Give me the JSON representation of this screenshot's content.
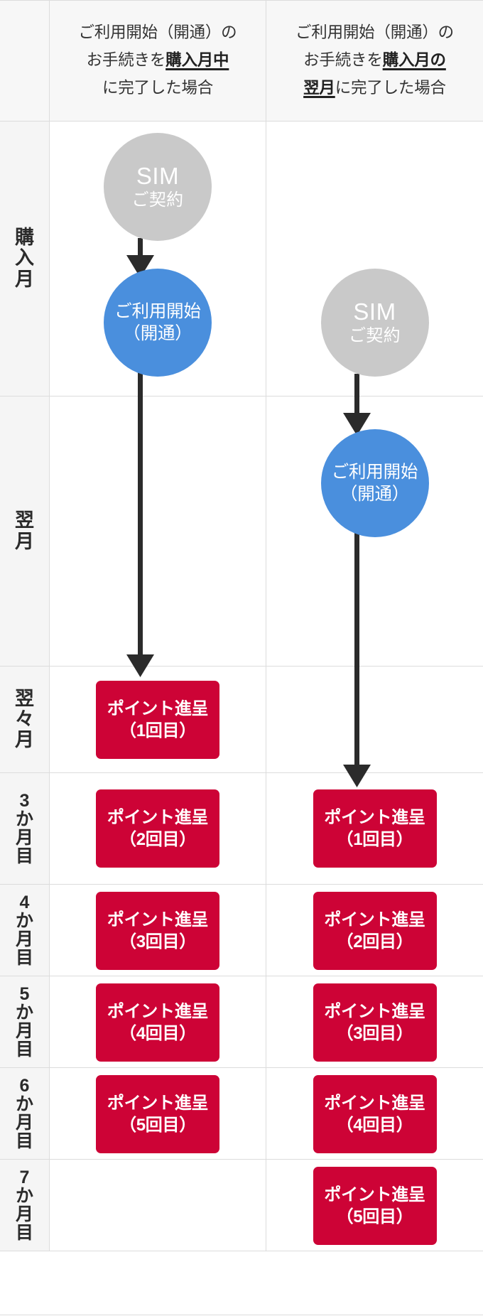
{
  "header": {
    "corner": "",
    "columns": [
      {
        "line1": "ご利用開始（開通）の",
        "line2_pre": "お手続きを",
        "line2_strong": "購入月中",
        "line3": "に完了した場合",
        "full": "ご利用開始（開通）のお手続きを購入月中に完了した場合"
      },
      {
        "line1": "ご利用開始（開通）の",
        "line2_pre": "お手続きを",
        "line2_strong": "購入月の",
        "line3_strong": "翌月",
        "line3_post": "に完了した場合",
        "full": "ご利用開始（開通）のお手続きを購入月の翌月に完了した場合"
      }
    ]
  },
  "rows": [
    {
      "label": "購入月",
      "label_vertical": "購\n入\n月"
    },
    {
      "label": "翌月",
      "label_vertical": "翌\n月"
    },
    {
      "label": "翌々月",
      "label_vertical": "翌\n々\n月"
    },
    {
      "label": "3か月目",
      "label_vertical": "3\nか\n月\n目"
    },
    {
      "label": "4か月目",
      "label_vertical": "4\nか\n月\n目"
    },
    {
      "label": "5か月目",
      "label_vertical": "5\nか\n月\n目"
    },
    {
      "label": "6か月目",
      "label_vertical": "6\nか\n月\n目"
    },
    {
      "label": "7か月目",
      "label_vertical": "7\nか\n月\n目"
    }
  ],
  "nodes": {
    "sim_contract": {
      "main": "SIM",
      "sub": "ご契約"
    },
    "service_start": {
      "line1": "ご利用開始",
      "line2": "（開通）"
    }
  },
  "badges": {
    "col1": [
      {
        "line1": "ポイント進呈",
        "line2": "（1回目）"
      },
      {
        "line1": "ポイント進呈",
        "line2": "（2回目）"
      },
      {
        "line1": "ポイント進呈",
        "line2": "（3回目）"
      },
      {
        "line1": "ポイント進呈",
        "line2": "（4回目）"
      },
      {
        "line1": "ポイント進呈",
        "line2": "（5回目）"
      }
    ],
    "col2": [
      {
        "line1": "ポイント進呈",
        "line2": "（1回目）"
      },
      {
        "line1": "ポイント進呈",
        "line2": "（2回目）"
      },
      {
        "line1": "ポイント進呈",
        "line2": "（3回目）"
      },
      {
        "line1": "ポイント進呈",
        "line2": "（4回目）"
      },
      {
        "line1": "ポイント進呈",
        "line2": "（5回目）"
      }
    ]
  },
  "colors": {
    "gray_node": "#c9c9c9",
    "blue_node": "#4a8fdd",
    "red_badge": "#cd0336",
    "arrow": "#2b2b2b",
    "header_bg": "#f7f7f7",
    "label_bg": "#f5f5f5",
    "border": "#dcdcdc"
  }
}
